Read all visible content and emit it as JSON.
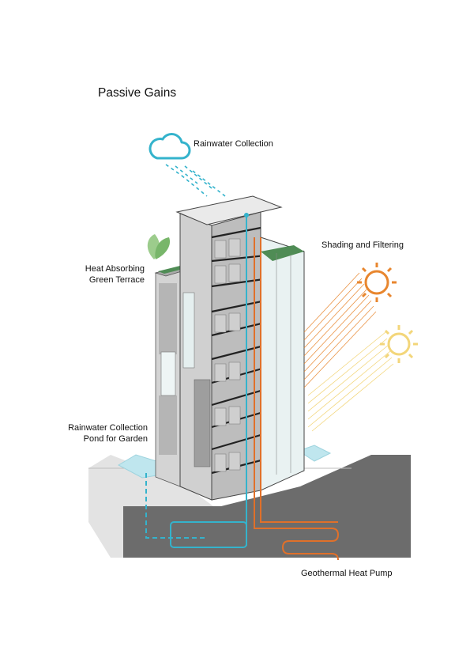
{
  "title": "Passive Gains",
  "labels": {
    "rainwater_collection": "Rainwater Collection",
    "green_terrace_line1": "Heat Absorbing",
    "green_terrace_line2": "Green Terrace",
    "shading": "Shading and Filtering",
    "pond_line1": "Rainwater Collection",
    "pond_line2": "Pond for Garden",
    "geothermal": "Geothermal Heat Pump"
  },
  "colors": {
    "water": "#34b3cc",
    "pipe_orange": "#e0702a",
    "sun_orange": "#e8862e",
    "sun_yellow": "#f3d67a",
    "leaf": "#78b66a",
    "green_roof": "#4f8c55",
    "ground": "#6c6c6c",
    "shadow": "#d9d9d9",
    "pond": "#bfe6ee"
  },
  "icons": [
    "cloud-icon",
    "leaf-icon",
    "sun-icon",
    "sun-icon-faded"
  ]
}
